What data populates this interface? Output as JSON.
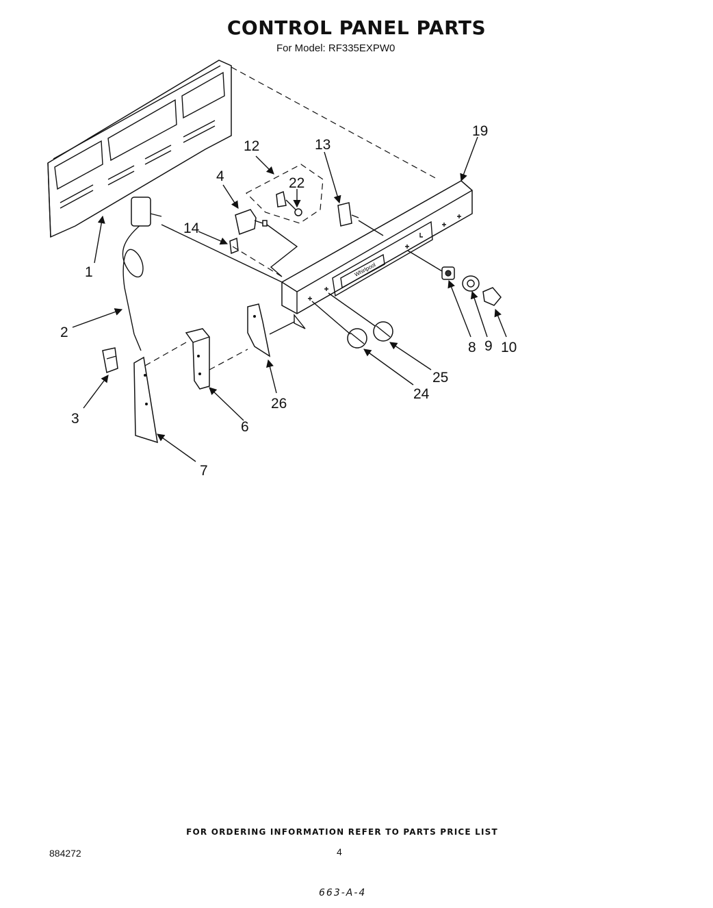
{
  "header": {
    "title": "CONTROL PANEL PARTS",
    "subtitle": "For Model: RF335EXPW0"
  },
  "diagram": {
    "callouts": [
      {
        "id": "c1",
        "label": "1"
      },
      {
        "id": "c2",
        "label": "2"
      },
      {
        "id": "c3",
        "label": "3"
      },
      {
        "id": "c4",
        "label": "4"
      },
      {
        "id": "c6",
        "label": "6"
      },
      {
        "id": "c7",
        "label": "7"
      },
      {
        "id": "c8",
        "label": "8"
      },
      {
        "id": "c9",
        "label": "9"
      },
      {
        "id": "c10",
        "label": "10"
      },
      {
        "id": "c12",
        "label": "12"
      },
      {
        "id": "c13",
        "label": "13"
      },
      {
        "id": "c14",
        "label": "14"
      },
      {
        "id": "c19",
        "label": "19"
      },
      {
        "id": "c22",
        "label": "22"
      },
      {
        "id": "c24",
        "label": "24"
      },
      {
        "id": "c25",
        "label": "25"
      },
      {
        "id": "c26",
        "label": "26"
      }
    ],
    "panel_logo_text": "Whirlpool"
  },
  "footer": {
    "ordering_note": "FOR ORDERING INFORMATION REFER TO PARTS PRICE LIST",
    "doc_number": "884272",
    "page_number": "4",
    "handwritten_code": "663-A-4"
  }
}
